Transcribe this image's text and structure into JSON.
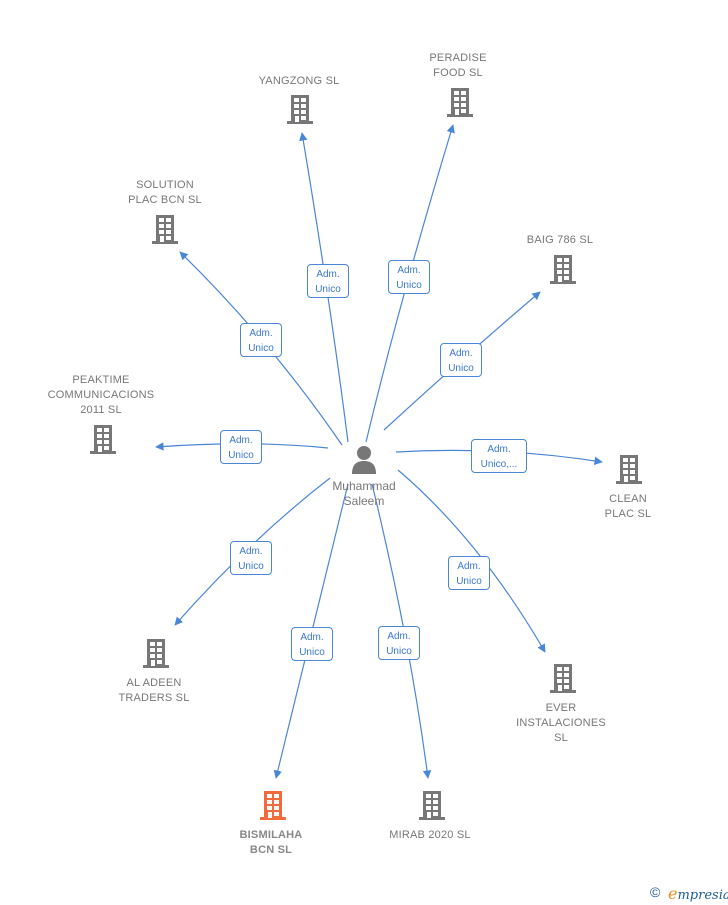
{
  "center": {
    "name": "Muhammad\nSaleem",
    "icon": "person-icon"
  },
  "companies": [
    {
      "id": "yangzong",
      "name": "YANGZONG  SL",
      "role": "Adm.\nUnico",
      "highlight": false
    },
    {
      "id": "peradise",
      "name": "PERADISE\nFOOD  SL",
      "role": "Adm.\nUnico",
      "highlight": false
    },
    {
      "id": "solution",
      "name": "SOLUTION\nPLAC BCN  SL",
      "role": "Adm.\nUnico",
      "highlight": false
    },
    {
      "id": "baig",
      "name": "BAIG 786 SL",
      "role": "Adm.\nUnico",
      "highlight": false
    },
    {
      "id": "peaktime",
      "name": "PEAKTIME\nCOMMUNICACIONS\n2011 SL",
      "role": "Adm.\nUnico",
      "highlight": false
    },
    {
      "id": "clean",
      "name": "CLEAN\nPLAC  SL",
      "role": "Adm.\nUnico,...",
      "highlight": false
    },
    {
      "id": "aladeen",
      "name": "AL ADEEN\nTRADERS  SL",
      "role": "Adm.\nUnico",
      "highlight": false
    },
    {
      "id": "ever",
      "name": "EVER\nINSTALACIONES\nSL",
      "role": "Adm.\nUnico",
      "highlight": false
    },
    {
      "id": "bismilaha",
      "name": "BISMILAHA\nBCN  SL",
      "role": "Adm.\nUnico",
      "highlight": true
    },
    {
      "id": "mirab",
      "name": "MIRAB 2020  SL",
      "role": "Adm.\nUnico",
      "highlight": false
    }
  ],
  "colors": {
    "edge": "#4a86d8",
    "building": "#777777",
    "building_highlight": "#f26b3a",
    "person": "#777777"
  },
  "footer": {
    "copyright": "©",
    "brand_initial": "e",
    "brand_rest": "mpresia"
  }
}
